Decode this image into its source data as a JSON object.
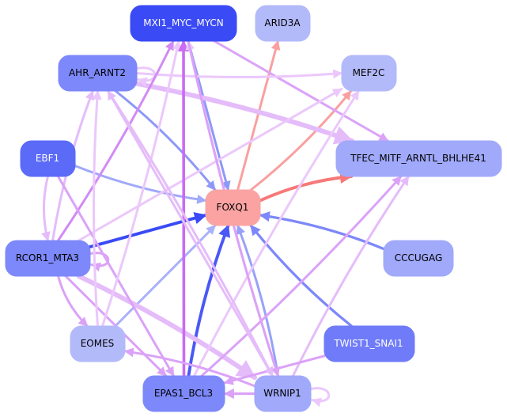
{
  "graph": {
    "title": "",
    "center_node": "FOXQ1",
    "nodes": [
      {
        "id": "MXI1_MYC_MYCN",
        "label": "MXI1_MYC_MYCN",
        "fill": "#3a4af5",
        "text": "#ffffff"
      },
      {
        "id": "ARID3A",
        "label": "ARID3A",
        "fill": "#b3bafa",
        "text": "#000000"
      },
      {
        "id": "AHR_ARNT2",
        "label": "AHR_ARNT2",
        "fill": "#7d88fa",
        "text": "#000000"
      },
      {
        "id": "MEF2C",
        "label": "MEF2C",
        "fill": "#b3bafa",
        "text": "#000000"
      },
      {
        "id": "EBF1",
        "label": "EBF1",
        "fill": "#5b6af7",
        "text": "#ffffff"
      },
      {
        "id": "TFEC_MITF_ARNTL_BHLHE41",
        "label": "TFEC_MITF_ARNTL_BHLHE41",
        "fill": "#a0a9fa",
        "text": "#000000"
      },
      {
        "id": "FOXQ1",
        "label": "FOXQ1",
        "fill": "#fba3a3",
        "text": "#000000"
      },
      {
        "id": "RCOR1_MTA3",
        "label": "RCOR1_MTA3",
        "fill": "#7d88fa",
        "text": "#000000"
      },
      {
        "id": "CCCUGAG",
        "label": "CCCUGAG",
        "fill": "#a0a9fa",
        "text": "#000000"
      },
      {
        "id": "EOMES",
        "label": "EOMES",
        "fill": "#b3bafa",
        "text": "#000000"
      },
      {
        "id": "TWIST1_SNAI1",
        "label": "TWIST1_SNAI1",
        "fill": "#6f7bf8",
        "text": "#ffffff"
      },
      {
        "id": "EPAS1_BCL3",
        "label": "EPAS1_BCL3",
        "fill": "#7d88fa",
        "text": "#000000"
      },
      {
        "id": "WRNIP1",
        "label": "WRNIP1",
        "fill": "#a0a9fa",
        "text": "#000000"
      }
    ],
    "edges": [
      {
        "from": "FOXQ1",
        "to": "ARID3A",
        "color": "#f9a0a0",
        "weight": 1
      },
      {
        "from": "FOXQ1",
        "to": "MEF2C",
        "color": "#f9a0a0",
        "weight": 1
      },
      {
        "from": "FOXQ1",
        "to": "TFEC_MITF_ARNTL_BHLHE41",
        "color": "#f77878",
        "weight": 1.3
      },
      {
        "from": "MXI1_MYC_MYCN",
        "to": "FOXQ1",
        "color": "#8e98f8",
        "weight": 1
      },
      {
        "from": "AHR_ARNT2",
        "to": "FOXQ1",
        "color": "#8e98f8",
        "weight": 1
      },
      {
        "from": "EBF1",
        "to": "FOXQ1",
        "color": "#a0a9fa",
        "weight": 1
      },
      {
        "from": "RCOR1_MTA3",
        "to": "FOXQ1",
        "color": "#3a4af5",
        "weight": 1.3
      },
      {
        "from": "CCCUGAG",
        "to": "FOXQ1",
        "color": "#7d88fa",
        "weight": 1.1
      },
      {
        "from": "TWIST1_SNAI1",
        "to": "FOXQ1",
        "color": "#7d88fa",
        "weight": 1.1
      },
      {
        "from": "EOMES",
        "to": "FOXQ1",
        "color": "#a9b1fa",
        "weight": 1
      },
      {
        "from": "EPAS1_BCL3",
        "to": "FOXQ1",
        "color": "#4a58f6",
        "weight": 1.3
      },
      {
        "from": "WRNIP1",
        "to": "FOXQ1",
        "color": "#98a1f9",
        "weight": 1
      },
      {
        "from": "MXI1_MYC_MYCN",
        "to": "TFEC_MITF_ARNTL_BHLHE41",
        "color": "#dba2f8",
        "weight": 1
      },
      {
        "from": "AHR_ARNT2",
        "to": "MEF2C",
        "color": "#ebc8fb",
        "weight": 1
      },
      {
        "from": "AHR_ARNT2",
        "to": "TFEC_MITF_ARNTL_BHLHE41",
        "color": "#e5bcfa",
        "weight": 2
      },
      {
        "from": "AHR_ARNT2",
        "to": "AHR_ARNT2",
        "color": "#ebc8fb",
        "weight": 1,
        "self": true
      },
      {
        "from": "RCOR1_MTA3",
        "to": "AHR_ARNT2",
        "color": "#e5bcfa",
        "weight": 1
      },
      {
        "from": "RCOR1_MTA3",
        "to": "MXI1_MYC_MYCN",
        "color": "#d38af5",
        "weight": 1
      },
      {
        "from": "RCOR1_MTA3",
        "to": "MEF2C",
        "color": "#ebc8fb",
        "weight": 1
      },
      {
        "from": "RCOR1_MTA3",
        "to": "EOMES",
        "color": "#dba2f8",
        "weight": 1
      },
      {
        "from": "RCOR1_MTA3",
        "to": "RCOR1_MTA3",
        "color": "#dba2f8",
        "weight": 1,
        "self": true
      },
      {
        "from": "RCOR1_MTA3",
        "to": "EPAS1_BCL3",
        "color": "#dba2f8",
        "weight": 1
      },
      {
        "from": "RCOR1_MTA3",
        "to": "WRNIP1",
        "color": "#e5bcfa",
        "weight": 2
      },
      {
        "from": "EBF1",
        "to": "RCOR1_MTA3",
        "color": "#e5bcfa",
        "weight": 1
      },
      {
        "from": "EBF1",
        "to": "EPAS1_BCL3",
        "color": "#dba2f8",
        "weight": 1
      },
      {
        "from": "EOMES",
        "to": "MXI1_MYC_MYCN",
        "color": "#ebc8fb",
        "weight": 1
      },
      {
        "from": "EOMES",
        "to": "AHR_ARNT2",
        "color": "#ebc8fb",
        "weight": 1
      },
      {
        "from": "EPAS1_BCL3",
        "to": "MXI1_MYC_MYCN",
        "color": "#c96cf3",
        "weight": 1.2
      },
      {
        "from": "EPAS1_BCL3",
        "to": "MEF2C",
        "color": "#ebc8fb",
        "weight": 1
      },
      {
        "from": "EPAS1_BCL3",
        "to": "TFEC_MITF_ARNTL_BHLHE41",
        "color": "#dba2f8",
        "weight": 1
      },
      {
        "from": "WRNIP1",
        "to": "EPAS1_BCL3",
        "color": "#dba2f8",
        "weight": 1.1
      },
      {
        "from": "WRNIP1",
        "to": "EOMES",
        "color": "#dba2f8",
        "weight": 1
      },
      {
        "from": "WRNIP1",
        "to": "MXI1_MYC_MYCN",
        "color": "#ebc8fb",
        "weight": 1
      },
      {
        "from": "WRNIP1",
        "to": "AHR_ARNT2",
        "color": "#e5bcfa",
        "weight": 1
      },
      {
        "from": "WRNIP1",
        "to": "TFEC_MITF_ARNTL_BHLHE41",
        "color": "#e5bcfa",
        "weight": 1
      },
      {
        "from": "WRNIP1",
        "to": "WRNIP1",
        "color": "#ebc8fb",
        "weight": 1,
        "self": true
      },
      {
        "from": "TWIST1_SNAI1",
        "to": "EPAS1_BCL3",
        "color": "#dba2f8",
        "weight": 1
      },
      {
        "from": "MXI1_MYC_MYCN",
        "to": "WRNIP1",
        "color": "#dba2f8",
        "weight": 1
      },
      {
        "from": "AHR_ARNT2",
        "to": "WRNIP1",
        "color": "#e5bcfa",
        "weight": 1
      }
    ]
  }
}
